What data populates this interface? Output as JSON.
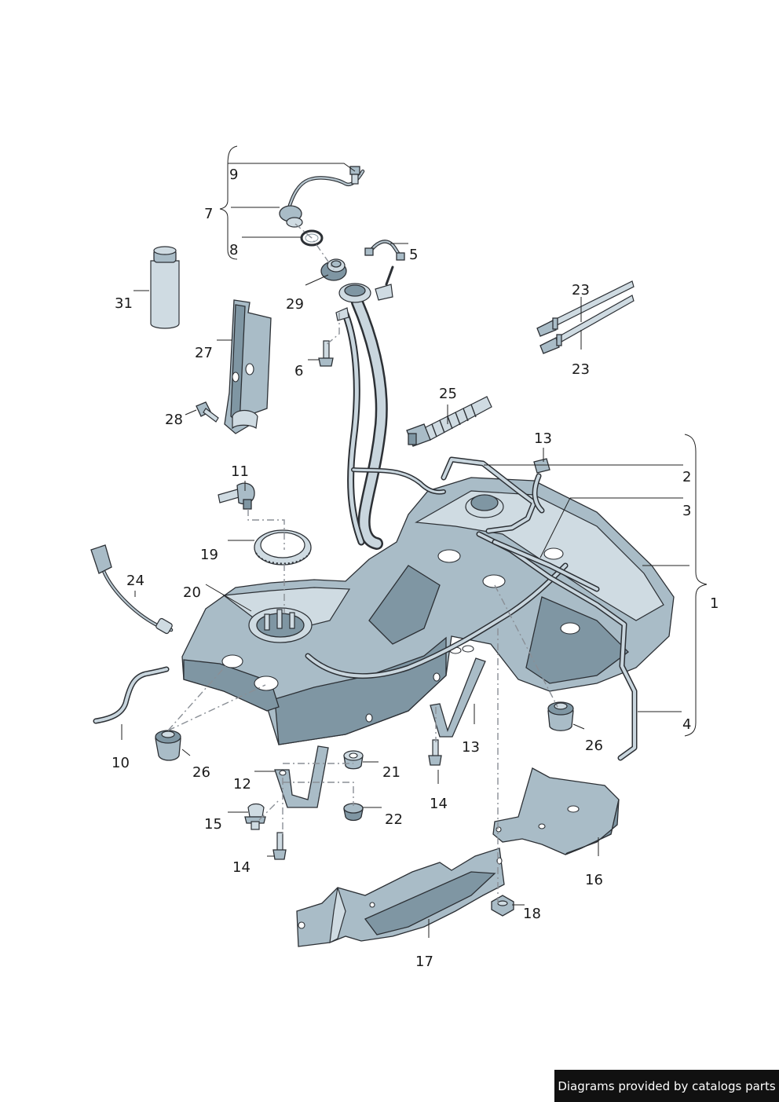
{
  "callouts": {
    "c1": "1",
    "c2": "2",
    "c3": "3",
    "c4": "4",
    "c5": "5",
    "c6": "6",
    "c7": "7",
    "c8": "8",
    "c9": "9",
    "c10": "10",
    "c11": "11",
    "c12": "12",
    "c13a": "13",
    "c13b": "13",
    "c14a": "14",
    "c14b": "14",
    "c15": "15",
    "c16": "16",
    "c17": "17",
    "c18": "18",
    "c19": "19",
    "c20": "20",
    "c21": "21",
    "c22": "22",
    "c23a": "23",
    "c23b": "23",
    "c24": "24",
    "c25": "25",
    "c26a": "26",
    "c26b": "26",
    "c27": "27",
    "c28": "28",
    "c29": "29",
    "c31": "31"
  },
  "footer": {
    "credit": "Diagrams provided by catalogs parts"
  }
}
